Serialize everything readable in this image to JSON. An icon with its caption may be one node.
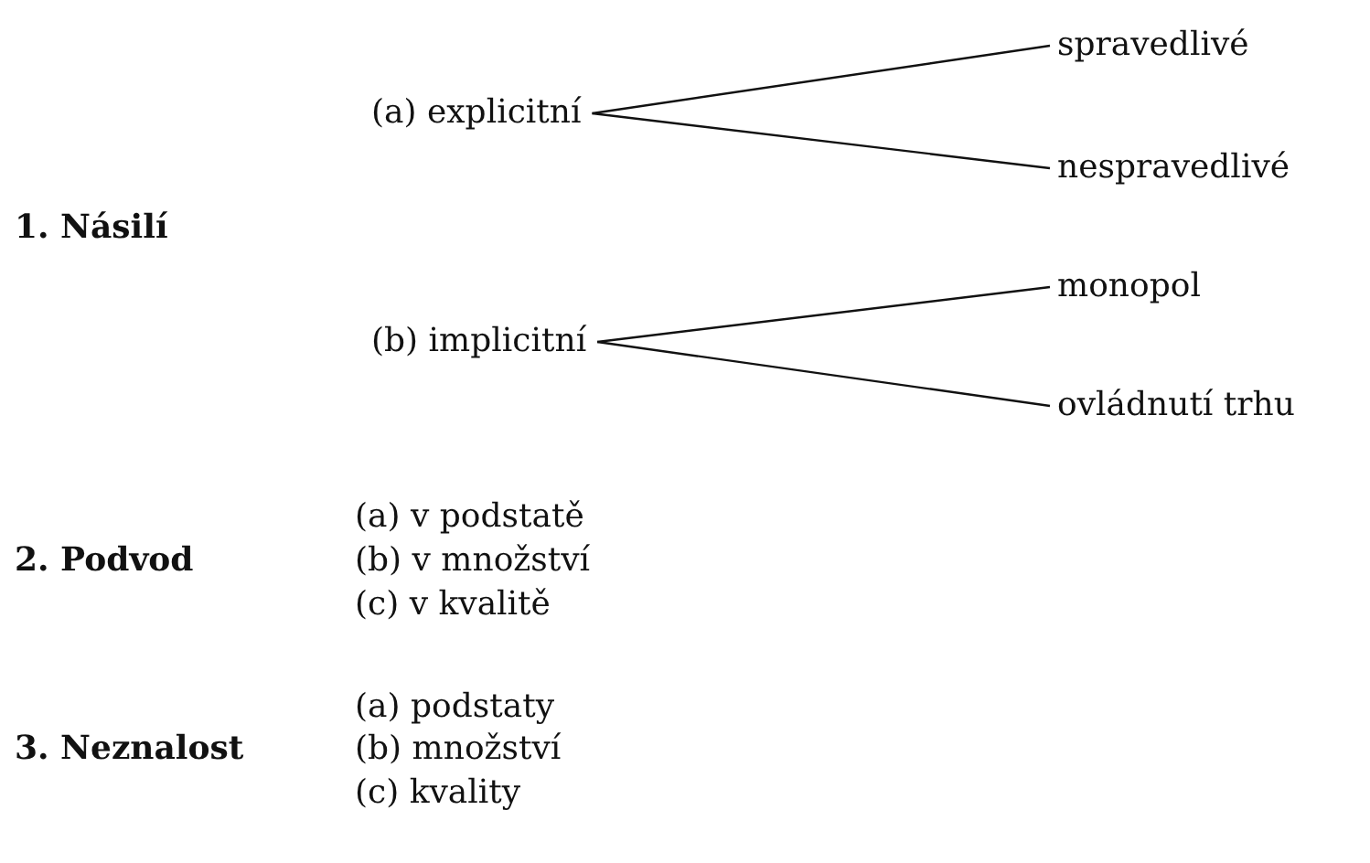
{
  "diagram": {
    "nodes": [
      {
        "text": [
          "(a) explicitní"
        ]
      },
      {
        "text": [
          "spravedlivé"
        ]
      },
      {
        "text": [
          "nespravedlivé"
        ]
      },
      {
        "text": [
          "(b) implicitní"
        ]
      },
      {
        "text": [
          "monopol"
        ]
      },
      {
        "text": [
          "ovládnutí trhu"
        ]
      }
    ],
    "edges": [
      {
        "from": 0,
        "to": 1,
        "arrow": "none"
      },
      {
        "from": 0,
        "to": 2,
        "arrow": "none"
      },
      {
        "from": 3,
        "to": 4,
        "arrow": "none"
      },
      {
        "from": 3,
        "to": 5,
        "arrow": "none"
      }
    ],
    "labels": [
      "1. Násilí",
      "(a) v podstatě",
      "2. Podvod",
      "(b) v množství",
      "(c) v kvalitě",
      "(a) podstaty",
      "3. Neznalost",
      "(b) množství",
      "(c) kvality"
    ]
  }
}
